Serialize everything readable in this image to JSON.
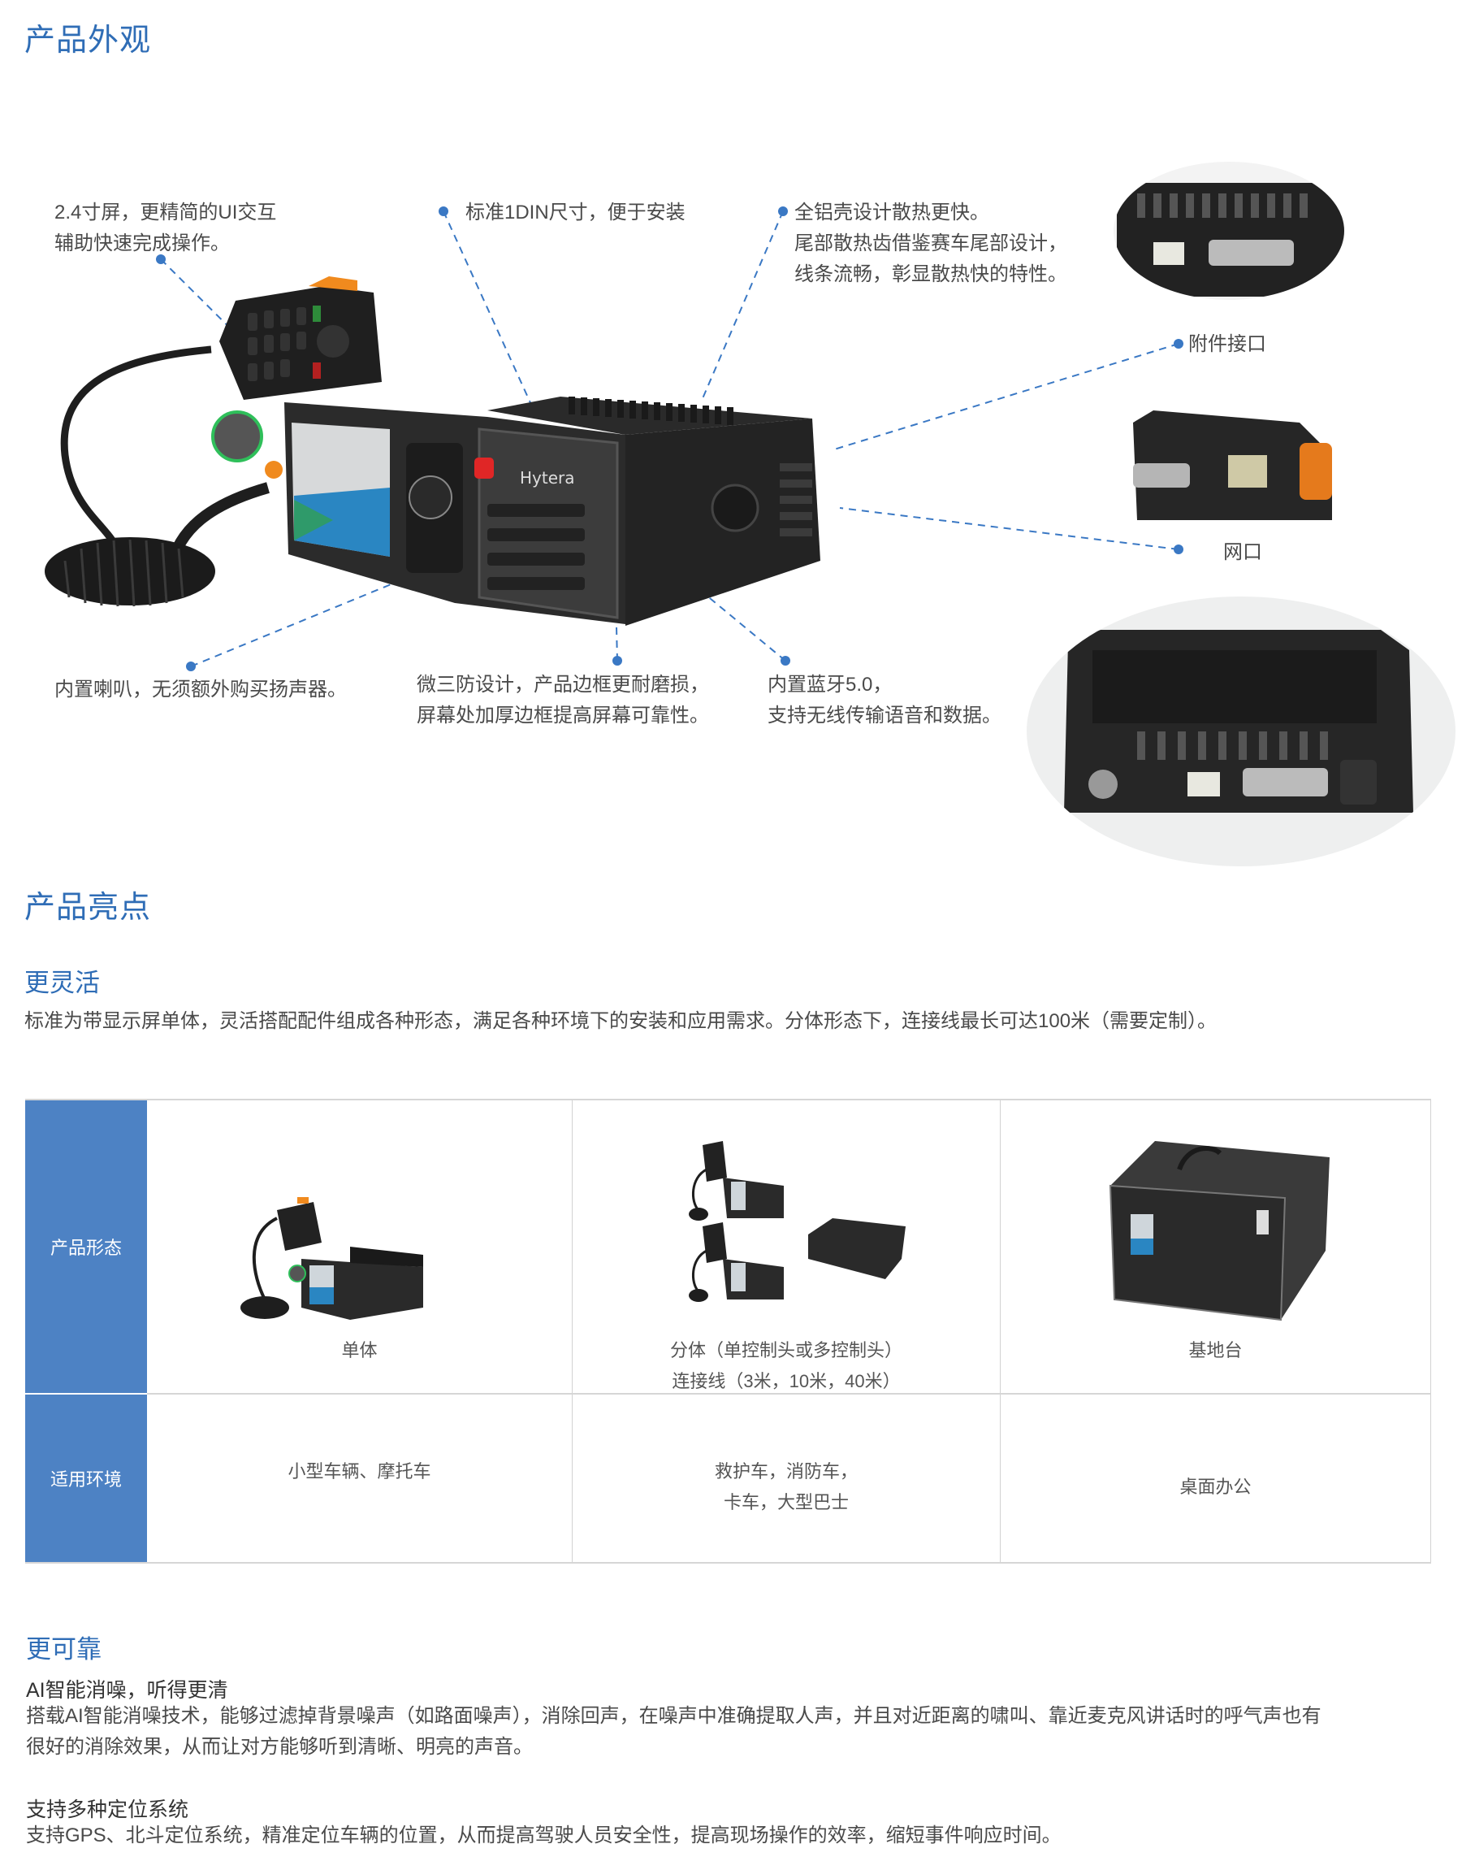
{
  "appearance": {
    "title": "产品外观",
    "callouts": {
      "screen": [
        "2.4寸屏，更精简的UI交互",
        "辅助快速完成操作。"
      ],
      "din": [
        "标准1DIN尺寸，便于安装"
      ],
      "shell": [
        "全铝壳设计散热更快。",
        "尾部散热齿借鉴赛车尾部设计，",
        "线条流畅，彰显散热快的特性。"
      ],
      "accessory_port": "附件接口",
      "network_port": "网口",
      "speaker": [
        "内置喇叭，无须额外购买扬声器。"
      ],
      "protection": [
        "微三防设计，产品边框更耐磨损，",
        "屏幕处加厚边框提高屏幕可靠性。"
      ],
      "bluetooth": [
        "内置蓝牙5.0，",
        "支持无线传输语音和数据。"
      ]
    },
    "logo": "Hytera"
  },
  "highlights": {
    "title": "产品亮点",
    "flexible": {
      "title": "更灵活",
      "text": "标准为带显示屏单体，灵活搭配配件组成各种形态，满足各种环境下的安装和应用需求。分体形态下，连接线最长可达100米（需要定制）。"
    },
    "table": {
      "row_headers": [
        "产品形态",
        "适用环境"
      ],
      "forms": [
        {
          "lines": [
            "单体"
          ]
        },
        {
          "lines": [
            "分体（单控制头或多控制头）",
            "连接线（3米，10米，40米）"
          ]
        },
        {
          "lines": [
            "基地台"
          ]
        }
      ],
      "environments": [
        {
          "lines": [
            "小型车辆、摩托车"
          ]
        },
        {
          "lines": [
            "救护车，消防车，",
            "卡车，大型巴士"
          ]
        },
        {
          "lines": [
            "桌面办公"
          ]
        }
      ]
    },
    "reliable": {
      "title": "更可靠",
      "items": [
        {
          "heading": "AI智能消噪，听得更清",
          "lines": [
            "搭载AI智能消噪技术，能够过滤掉背景噪声（如路面噪声），消除回声，在噪声中准确提取人声，并且对近距离的啸叫、靠近麦克风讲话时的呼气声也有",
            "很好的消除效果，从而让对方能够听到清晰、明亮的声音。"
          ]
        },
        {
          "heading": "支持多种定位系统",
          "lines": [
            "支持GPS、北斗定位系统，精准定位车辆的位置，从而提高驾驶人员安全性，提高现场操作的效率，缩短事件响应时间。"
          ]
        }
      ]
    }
  },
  "colors": {
    "accent": "#2f6db6",
    "table_header": "#4d82c4",
    "text": "#4a4a4a"
  }
}
